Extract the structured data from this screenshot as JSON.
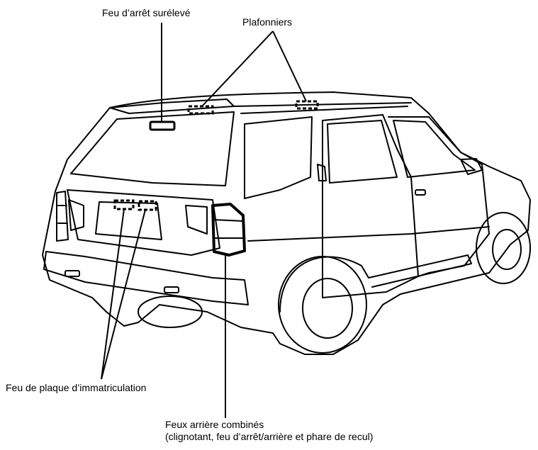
{
  "labels": {
    "high_stop": "Feu d’arrêt surélevé",
    "dome": "Plafonniers",
    "plate": "Feu de plaque d’immatriculation",
    "combo_line1": "Feux arrière combinés",
    "combo_line2": "(clignotant, feu d’arrêt/arrière  et phare de recul)"
  },
  "colors": {
    "ink": "#000000",
    "background": "#ffffff"
  }
}
